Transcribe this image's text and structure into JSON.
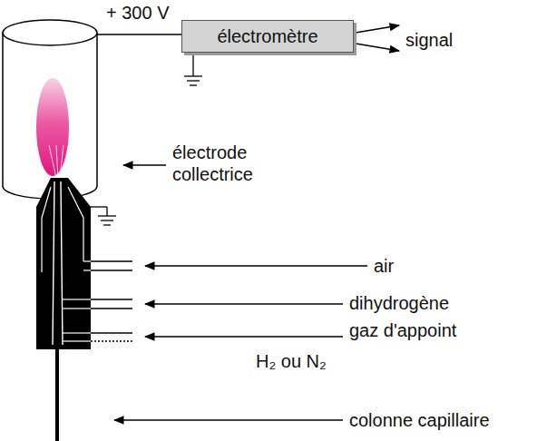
{
  "diagram": {
    "nodes": [
      {
        "text": [
          "électromètre"
        ]
      }
    ],
    "labels": [
      "+ 300 V",
      "signal",
      "électrode collectrice",
      "air",
      "dihydrogène",
      "gaz d'appoint",
      "H₂ ou N₂",
      "colonne capillaire"
    ]
  }
}
